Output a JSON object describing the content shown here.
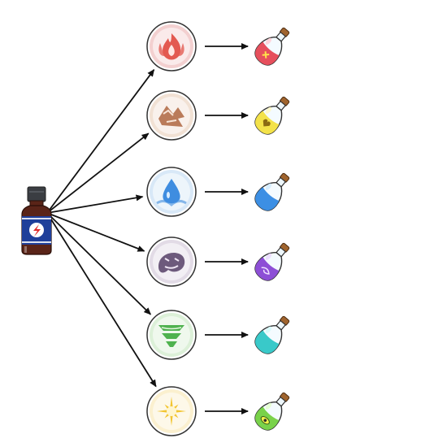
{
  "source": {
    "icon": "medicine-bottle-icon",
    "colors": {
      "glass": "#5a2418",
      "cap": "#3a3d42",
      "label": "#1f3f9a",
      "bolt": "#e02a2a"
    }
  },
  "rows": [
    {
      "element": "fire",
      "emblem_icon": "flame-emblem-icon",
      "potion_icon": "red-potion-icon",
      "ring": "#f3d0d0",
      "emblem": "#e0493f",
      "potion": "#e64f5c",
      "potion_light": "#ffd2d8",
      "mark": "cross"
    },
    {
      "element": "earth",
      "emblem_icon": "earth-emblem-icon",
      "potion_icon": "yellow-potion-icon",
      "ring": "#f1e1d4",
      "emblem": "#b26e4a",
      "potion": "#f3e24a",
      "potion_light": "#fff8c9",
      "mark": "heart"
    },
    {
      "element": "water",
      "emblem_icon": "water-drop-emblem-icon",
      "potion_icon": "blue-potion-icon",
      "ring": "#d8e8f7",
      "emblem": "#3f8de0",
      "potion": "#3c8fe4",
      "potion_light": "#d5ecff",
      "mark": "none"
    },
    {
      "element": "dark",
      "emblem_icon": "dark-spirit-emblem-icon",
      "potion_icon": "purple-potion-icon",
      "ring": "#e2dbe6",
      "emblem": "#6d5a7c",
      "potion": "#8d4fd6",
      "potion_light": "#ecdcff",
      "mark": "swirl"
    },
    {
      "element": "wind",
      "emblem_icon": "tornado-emblem-icon",
      "potion_icon": "cyan-potion-icon",
      "ring": "#dcf0d8",
      "emblem": "#4fb24f",
      "potion": "#39c9c9",
      "potion_light": "#d7fbfb",
      "mark": "none"
    },
    {
      "element": "light",
      "emblem_icon": "starburst-emblem-icon",
      "potion_icon": "green-potion-icon",
      "ring": "#fbf0cf",
      "emblem": "#f2c531",
      "potion": "#79d24a",
      "potion_light": "#e4ffd0",
      "mark": "eye"
    }
  ],
  "colors": {
    "arrow": "#111111",
    "outline": "#333333"
  }
}
